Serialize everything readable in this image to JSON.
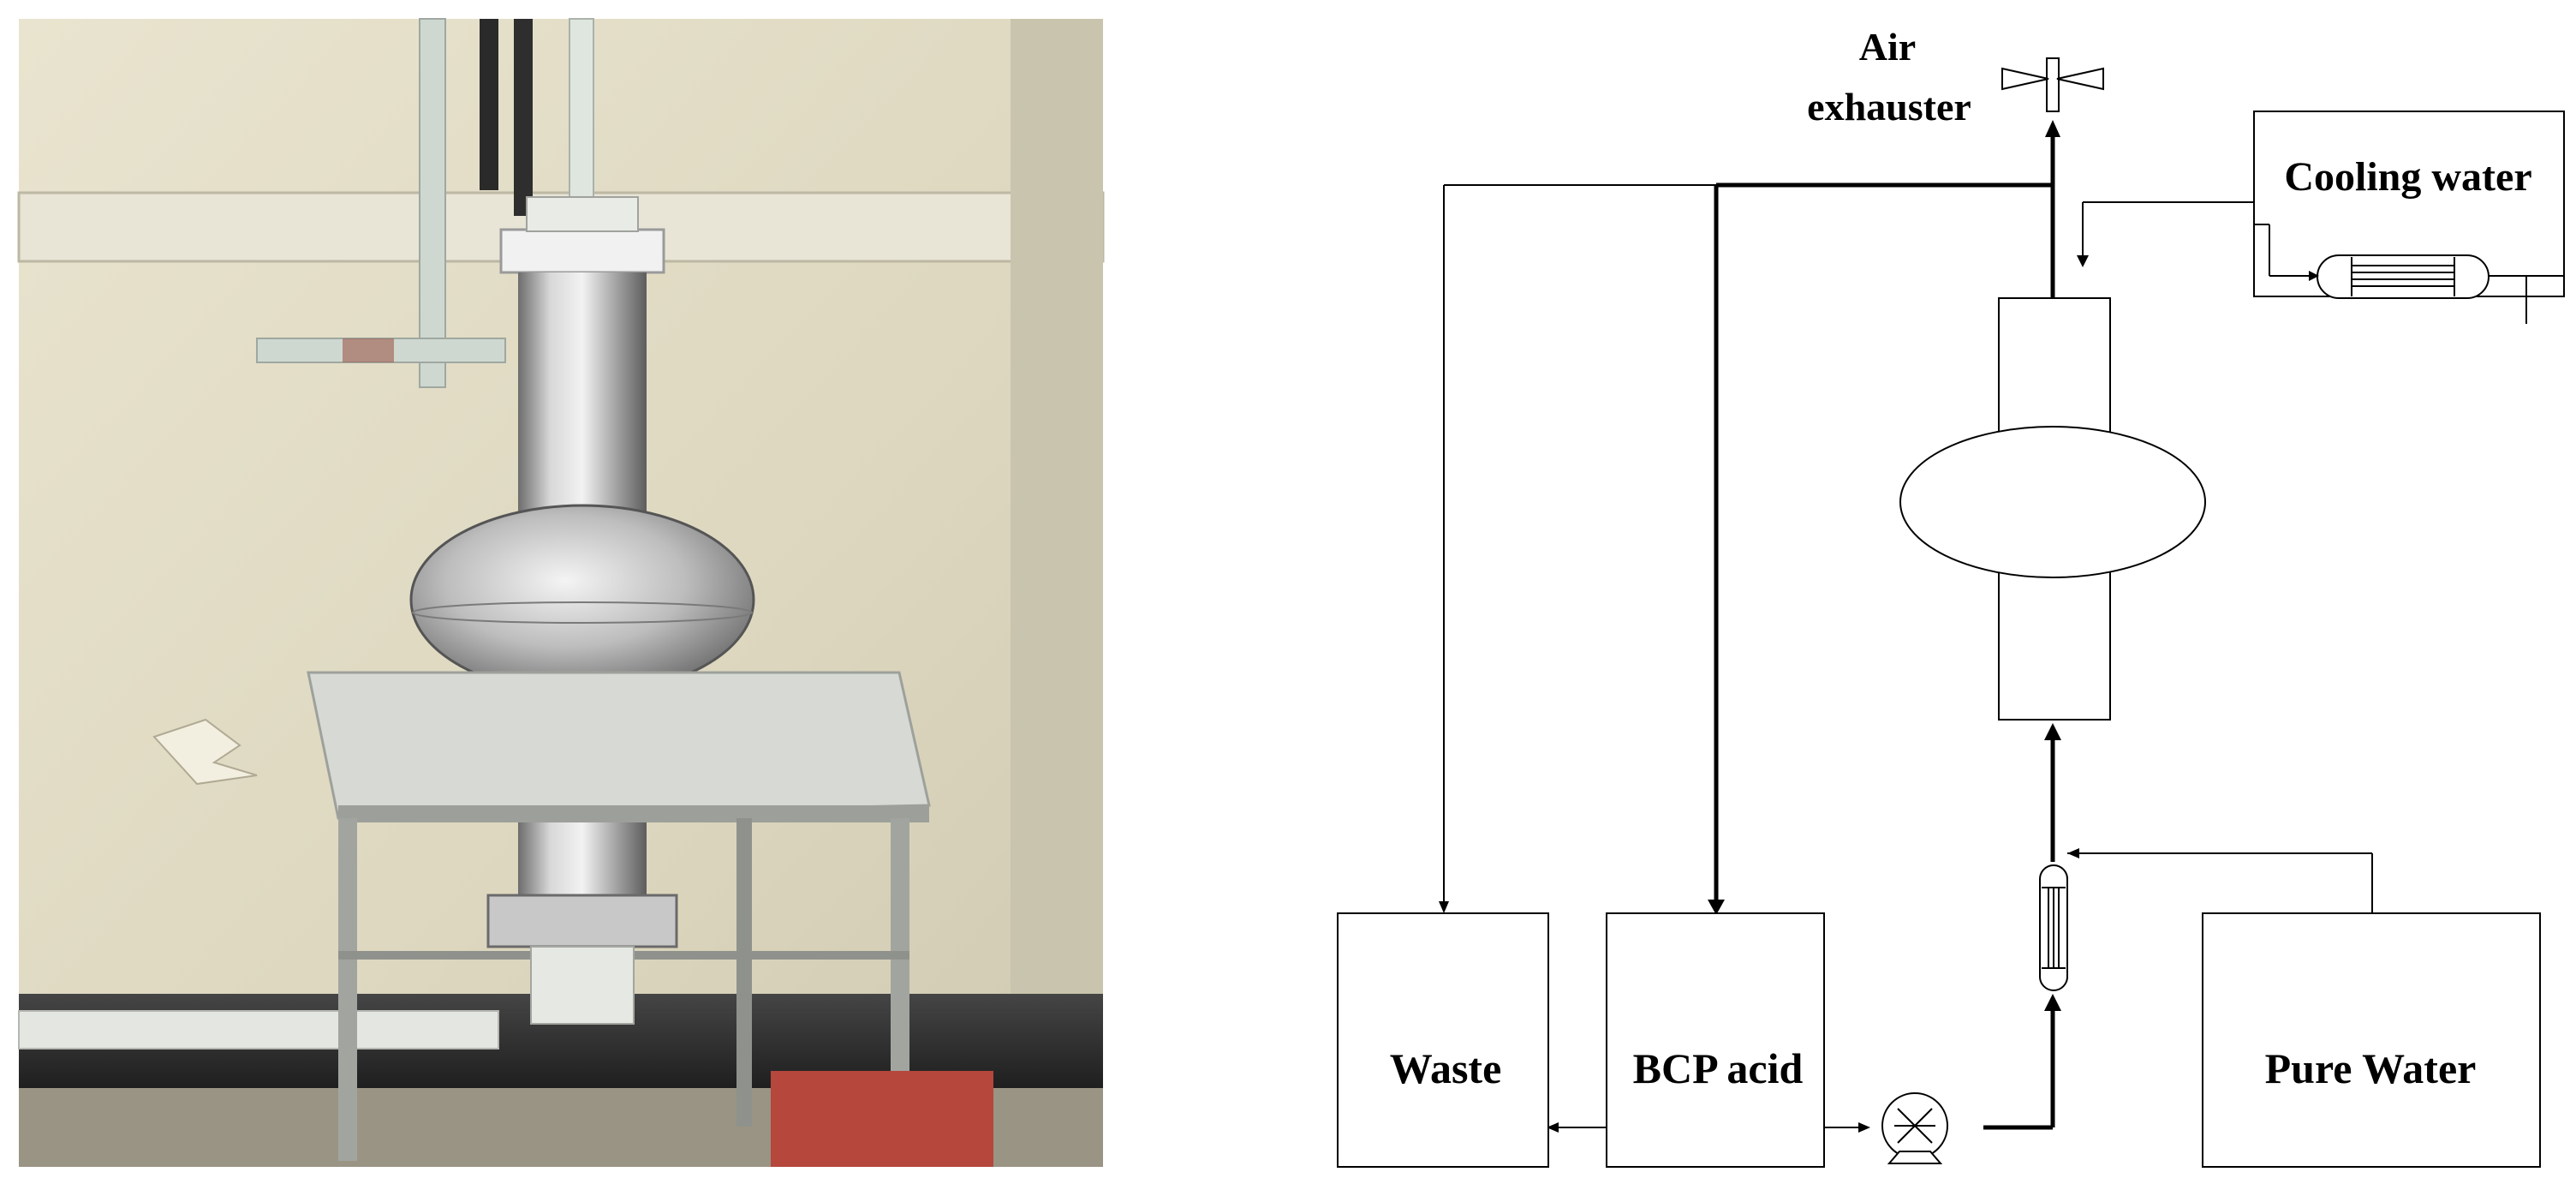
{
  "photo": {
    "description_tag": "photo-of-cavity-setup"
  },
  "diagram": {
    "labels": {
      "air_exhauster_line1": "Air",
      "air_exhauster_line2": "exhauster",
      "cooling_water": "Cooling water",
      "waste": "Waste",
      "bcp_acid": "BCP acid",
      "pure_water": "Pure Water"
    }
  },
  "colors": {
    "line": "#000000",
    "box_fill": "#ffffff",
    "background": "#ffffff"
  }
}
